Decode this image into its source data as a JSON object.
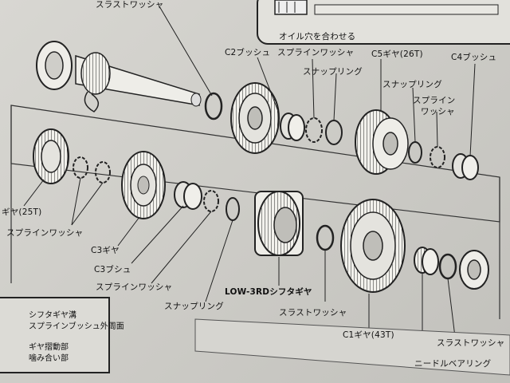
{
  "inset": {
    "caption": "オイル穴を合わせる"
  },
  "labels": {
    "thrust_washer_top": "スラストワッシャ",
    "c2_bush": "C2ブッシュ",
    "spline_washer_top": "スプラインワッシャ",
    "snap_ring_top": "スナップリング",
    "c5_gear": "C5ギヤ(26T)",
    "c4_bush": "C4ブッシュ",
    "snap_ring_right": "スナップリング",
    "spline_washer_right_1": "スプライン",
    "spline_washer_right_2": "ワッシャ",
    "gear_25t": "ギヤ(25T)",
    "spline_washer_left": "スプラインワッシャ",
    "c3_gear": "C3ギヤ",
    "c3_bush": "C3ブシュ",
    "spline_washer_mid": "スプラインワッシャ",
    "snap_ring_mid": "スナップリング",
    "low3rd_shifter": "LOW-3RDシフタギヤ",
    "thrust_washer_mid": "スラストワッシャ",
    "c1_gear": "C1ギヤ(43T)",
    "thrust_washer_right": "スラストワッシャ",
    "needle_bearing": "ニードルベアリング"
  },
  "legend": {
    "item1_line1": "シフタギヤ溝",
    "item1_line2": "スプラインブッシュ外周面",
    "item2_line1": "ギヤ摺動部",
    "item2_line2": "噛み合い部"
  }
}
